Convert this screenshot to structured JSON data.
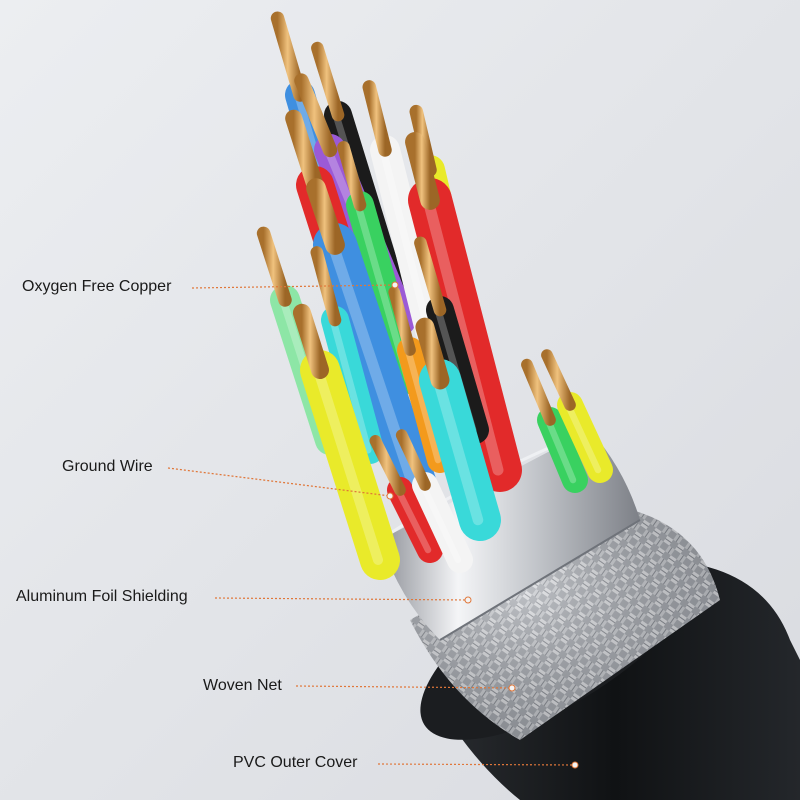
{
  "callouts": [
    {
      "label": "Oxygen Free Copper"
    },
    {
      "label": "Ground Wire"
    },
    {
      "label": "Aluminum Foil Shielding"
    },
    {
      "label": "Woven Net"
    },
    {
      "label": "PVC Outer Cover"
    }
  ],
  "colors": {
    "background": "#e6e7eb",
    "leader_line": "#e0773a",
    "copper": "#d9a35c",
    "foil": "#d4d7dc",
    "braid": "#a7abb2",
    "outer_jacket": "#15171a"
  },
  "wires": [
    {
      "color_name": "blue",
      "hex": "#3f8fe0"
    },
    {
      "color_name": "black",
      "hex": "#1b1b1b"
    },
    {
      "color_name": "purple",
      "hex": "#9b5ad6"
    },
    {
      "color_name": "white",
      "hex": "#f4f4f4"
    },
    {
      "color_name": "yellow",
      "hex": "#e9ea2a"
    },
    {
      "color_name": "red",
      "hex": "#e22a2a"
    },
    {
      "color_name": "green",
      "hex": "#39d160"
    },
    {
      "color_name": "mint",
      "hex": "#8de6a6"
    },
    {
      "color_name": "cyan",
      "hex": "#39d9d9"
    },
    {
      "color_name": "orange",
      "hex": "#f39a1c"
    }
  ]
}
